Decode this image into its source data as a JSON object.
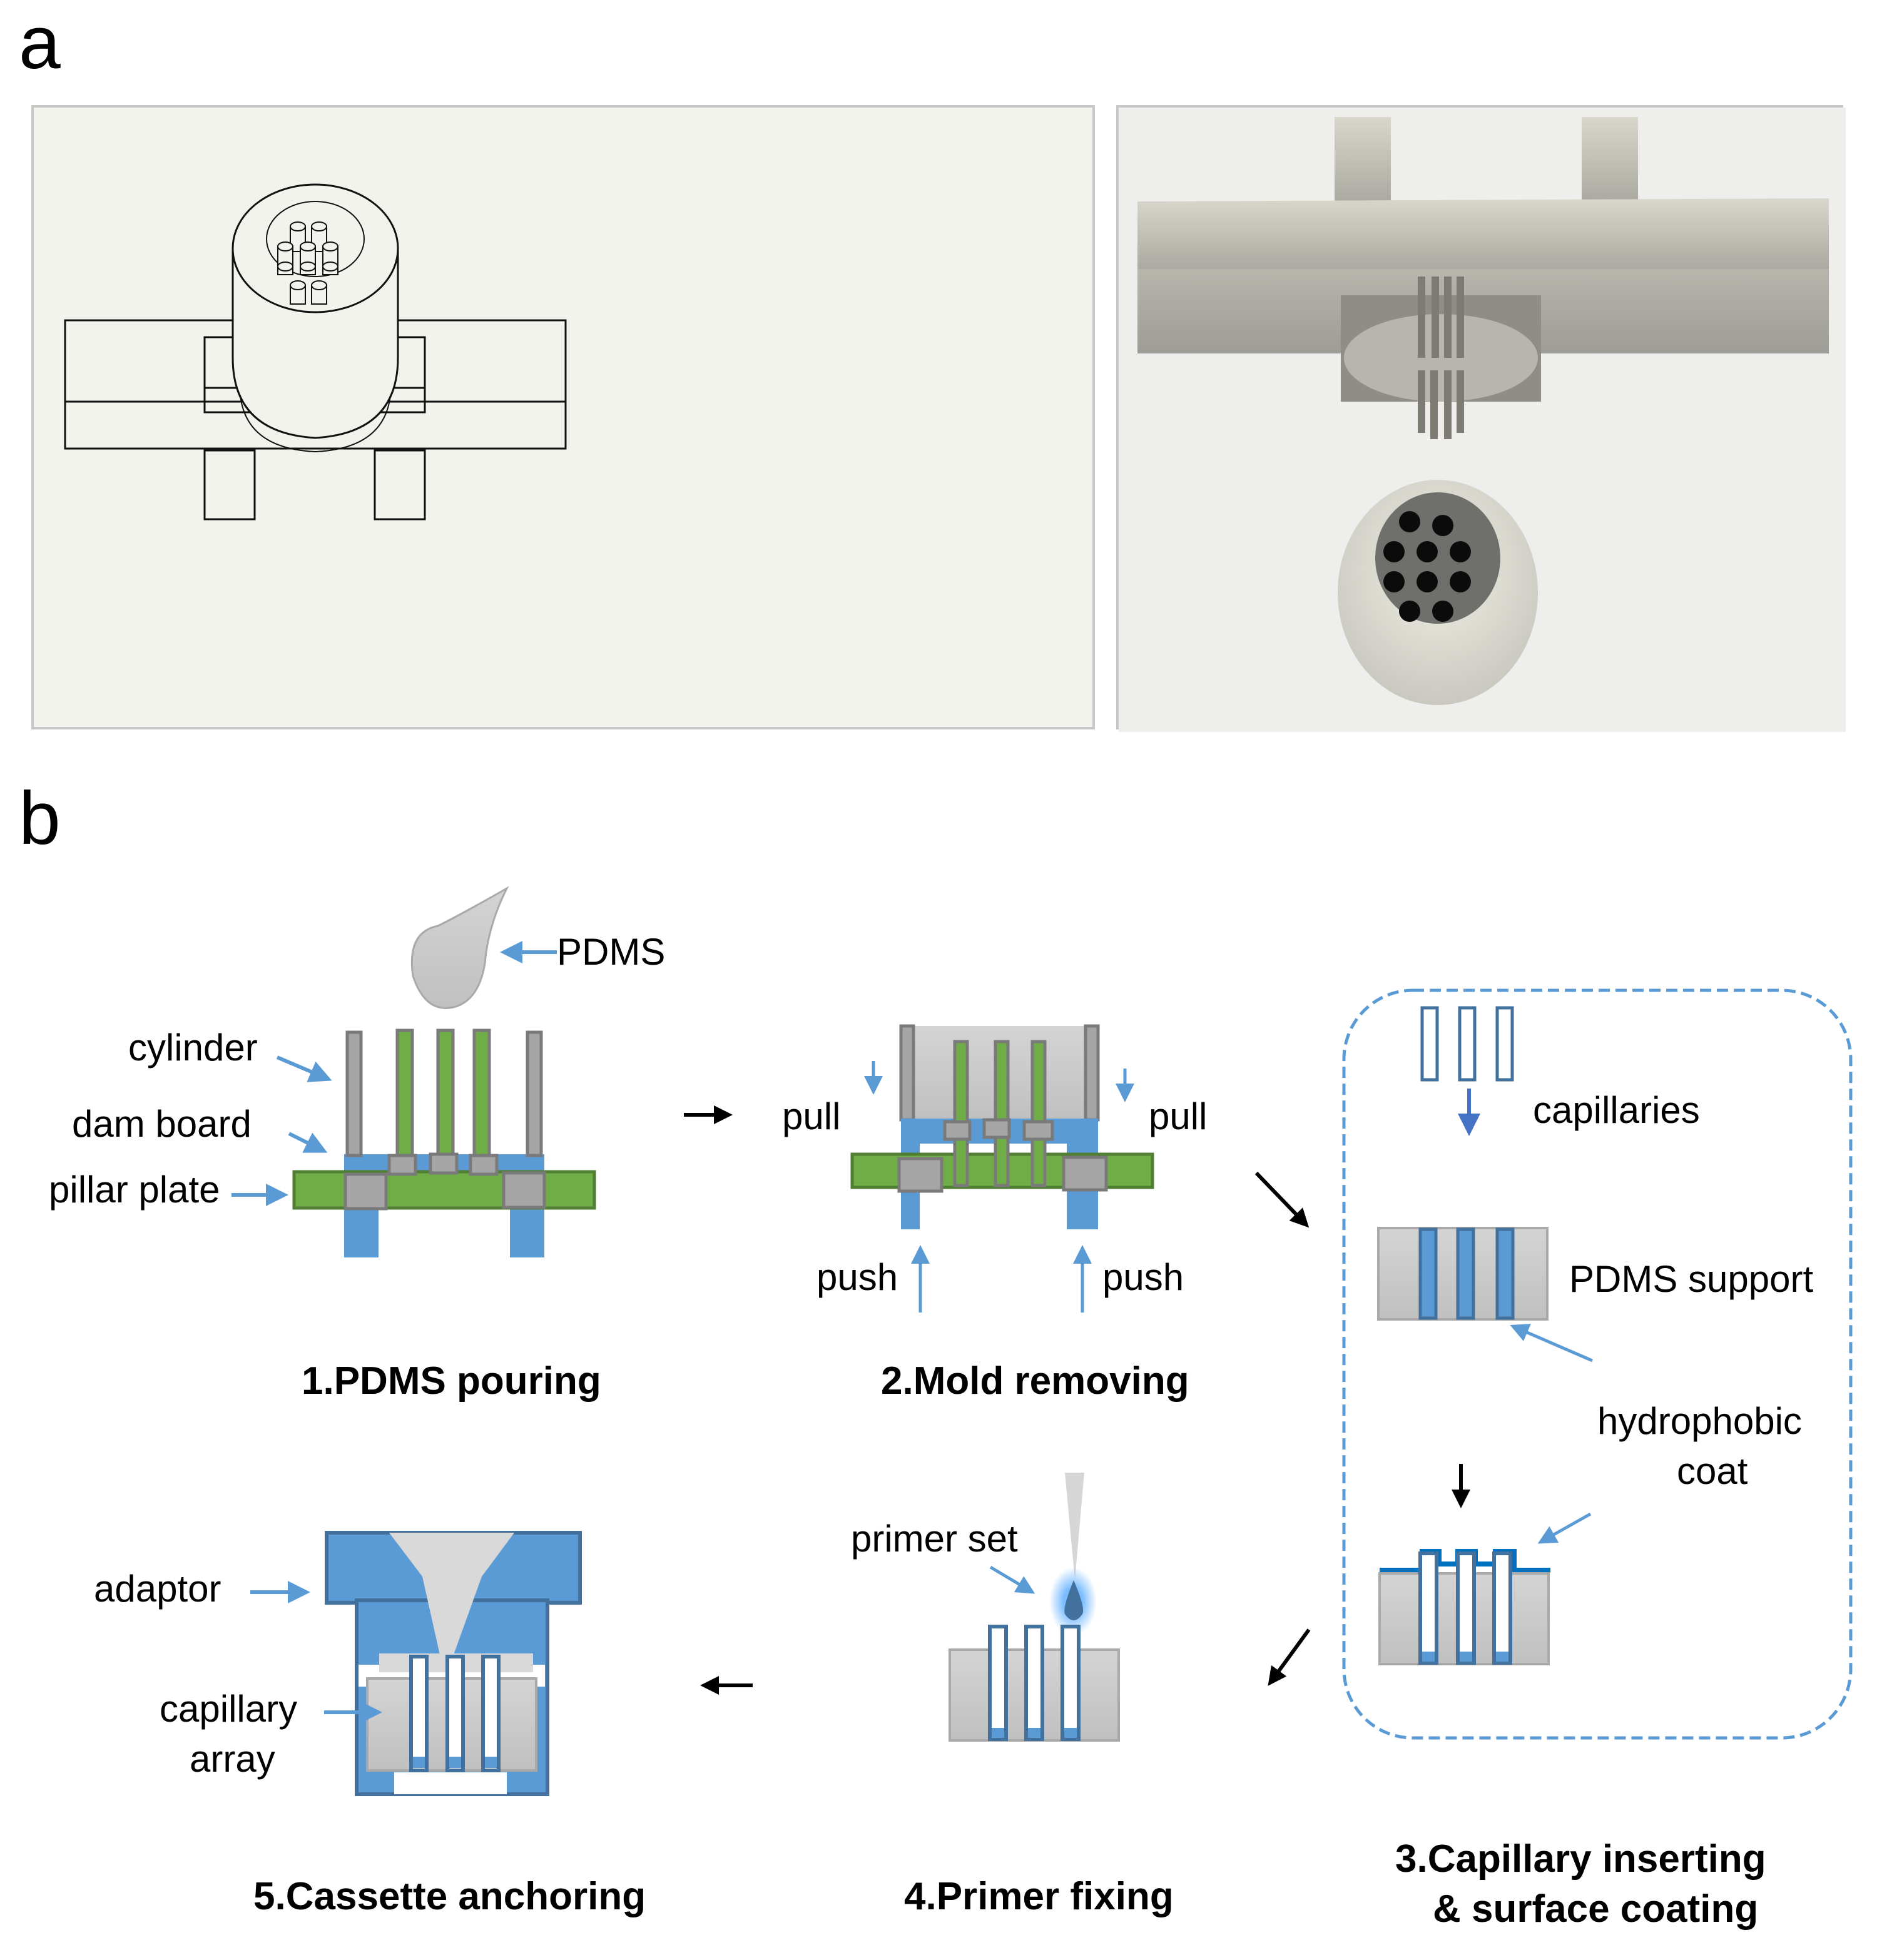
{
  "panels": {
    "a": {
      "letter": "a",
      "left_image": "cad-line-drawing-of-mold",
      "right_image": "photo-of-metal-mold-and-pdms-cassette"
    },
    "b": {
      "letter": "b",
      "steps": [
        {
          "label": "1.PDMS pouring"
        },
        {
          "label": "2.Mold removing"
        },
        {
          "label_line1": "3.Capillary inserting",
          "label_line2": "& surface coating"
        },
        {
          "label": "4.Primer fixing"
        },
        {
          "label": "5.Cassette anchoring"
        }
      ],
      "annotations": {
        "pdms": "PDMS",
        "cylinder": "cylinder",
        "dam_board": "dam board",
        "pillar_plate": "pillar plate",
        "pull_left": "pull",
        "pull_right": "pull",
        "push_left": "push",
        "push_right": "push",
        "capillaries": "capillaries",
        "pdms_support": "PDMS support",
        "hydrophobic_line1": "hydrophobic",
        "hydrophobic_line2": "coat",
        "primer_set": "primer set",
        "adaptor": "adaptor",
        "capillary_array_line1": "capillary",
        "capillary_array_line2": "array"
      }
    }
  },
  "colors": {
    "blue": "#5b9bd5",
    "dark_blue": "#41719c",
    "coat_blue": "#0070c0",
    "green": "#70ad47",
    "dark_green": "#507e32",
    "gray": "#a5a5a5",
    "dark_gray": "#7a7a7a",
    "light_gray": "#cfcfcf",
    "black": "#000000"
  }
}
